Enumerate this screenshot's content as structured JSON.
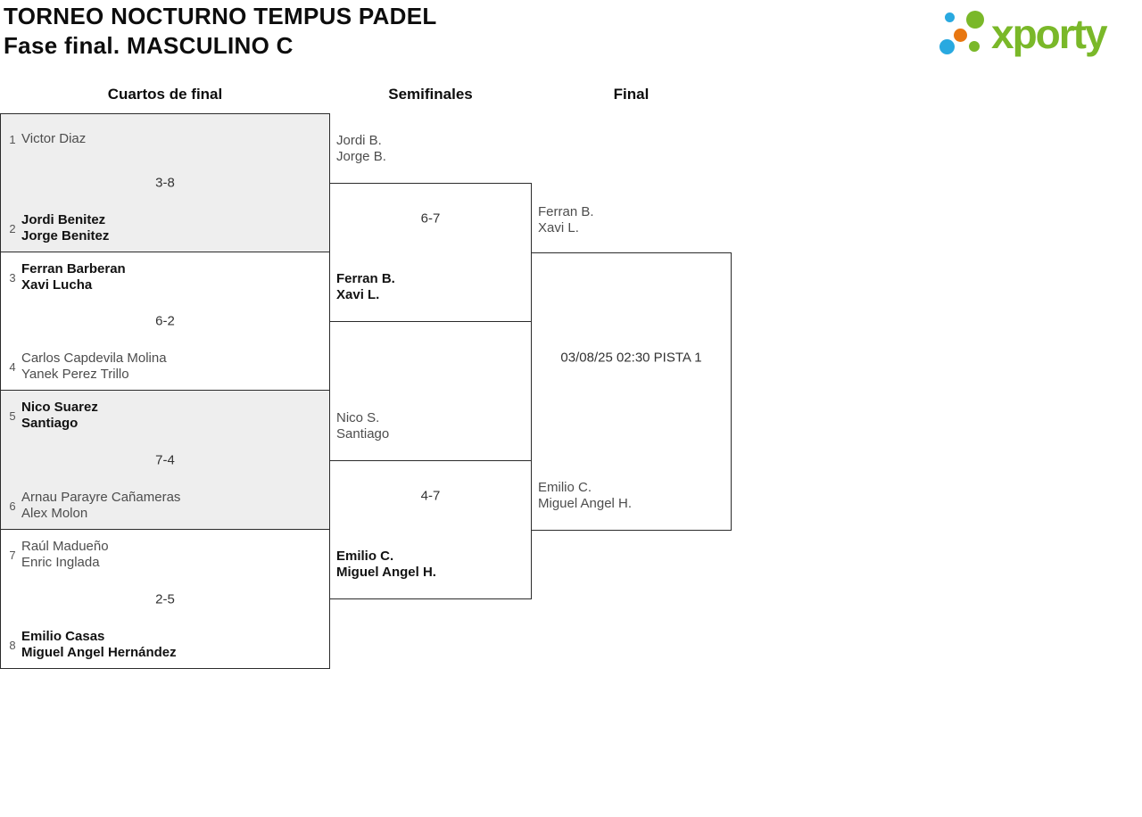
{
  "header": {
    "title_line1": "TORNEO NOCTURNO TEMPUS PADEL",
    "title_line2": "Fase final. MASCULINO C"
  },
  "logo": {
    "wordmark": "xporty",
    "colors": {
      "green": "#7ab829",
      "blue": "#29a9e0",
      "orange": "#e87711"
    }
  },
  "rounds": [
    {
      "label": "Cuartos de final"
    },
    {
      "label": "Semifinales"
    },
    {
      "label": "Final"
    }
  ],
  "quarterfinals": [
    {
      "seed_top": "1",
      "team_top_line1": "Victor Diaz",
      "team_top_line2": "",
      "top_bold": false,
      "score": "3-8",
      "seed_bottom": "2",
      "team_bottom_line1": "Jordi Benitez",
      "team_bottom_line2": "Jorge Benitez",
      "bottom_bold": true,
      "shaded": true
    },
    {
      "seed_top": "3",
      "team_top_line1": "Ferran Barberan",
      "team_top_line2": "Xavi Lucha",
      "top_bold": true,
      "score": "6-2",
      "seed_bottom": "4",
      "team_bottom_line1": "Carlos Capdevila Molina",
      "team_bottom_line2": "Yanek Perez Trillo",
      "bottom_bold": false,
      "shaded": false
    },
    {
      "seed_top": "5",
      "team_top_line1": "Nico Suarez",
      "team_top_line2": "Santiago",
      "top_bold": true,
      "score": "7-4",
      "seed_bottom": "6",
      "team_bottom_line1": "Arnau Parayre Cañameras",
      "team_bottom_line2": "Alex Molon",
      "bottom_bold": false,
      "shaded": true
    },
    {
      "seed_top": "7",
      "team_top_line1": "Raúl Madueño",
      "team_top_line2": "Enric Inglada",
      "top_bold": false,
      "score": "2-5",
      "seed_bottom": "8",
      "team_bottom_line1": "Emilio Casas",
      "team_bottom_line2": "Miguel Angel Hernández",
      "bottom_bold": true,
      "shaded": false
    }
  ],
  "semifinals": [
    {
      "team_top_line1": "Jordi B.",
      "team_top_line2": "Jorge B.",
      "top_bold": false,
      "score": "6-7",
      "team_bottom_line1": "Ferran B.",
      "team_bottom_line2": "Xavi L.",
      "bottom_bold": true
    },
    {
      "team_top_line1": "Nico S.",
      "team_top_line2": "Santiago",
      "top_bold": false,
      "score": "4-7",
      "team_bottom_line1": "Emilio C.",
      "team_bottom_line2": "Miguel Angel H.",
      "bottom_bold": true
    }
  ],
  "final": {
    "team_top_line1": "Ferran B.",
    "team_top_line2": "Xavi L.",
    "top_bold": false,
    "schedule": "03/08/25 02:30 PISTA 1",
    "team_bottom_line1": "Emilio C.",
    "team_bottom_line2": "Miguel Angel H.",
    "bottom_bold": false
  }
}
